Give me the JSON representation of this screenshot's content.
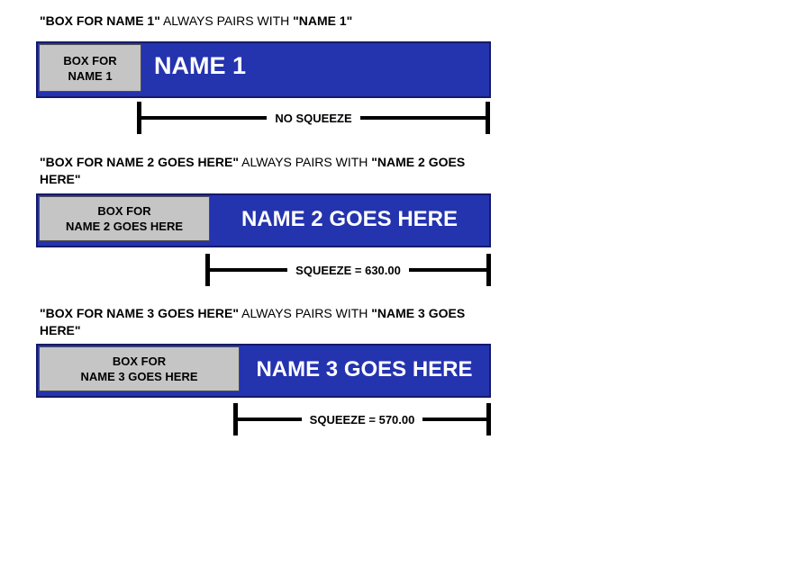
{
  "colors": {
    "bar_fill": "#2433AE",
    "bar_border": "#141A6B",
    "box_fill": "#C5C5C5",
    "box_border": "#4D4D4D",
    "line": "#000000",
    "name_text": "#FFFFFF",
    "text": "#000000"
  },
  "sections": [
    {
      "heading": {
        "bold_lead": "\"BOX FOR NAME 1\"",
        "connector": "ALWAYS PAIRS WITH",
        "bold_pair": "\"NAME 1\""
      },
      "box": {
        "line1": "BOX FOR",
        "line2": "NAME 1"
      },
      "name": "NAME 1",
      "measure": {
        "label": "NO SQUEEZE"
      }
    },
    {
      "heading": {
        "bold_lead": "\"BOX FOR NAME 2 GOES HERE\"",
        "connector": "ALWAYS PAIRS WITH",
        "bold_pair": "\"NAME 2 GOES HERE\""
      },
      "box": {
        "line1": "BOX FOR",
        "line2": "NAME 2 GOES HERE"
      },
      "name": "NAME 2 GOES HERE",
      "measure": {
        "label": "SQUEEZE = 630.00",
        "squeeze_value": 630.0
      }
    },
    {
      "heading": {
        "bold_lead": "\"BOX FOR NAME 3 GOES HERE\"",
        "connector": "ALWAYS PAIRS WITH",
        "bold_pair": "\"NAME 3 GOES HERE\""
      },
      "box": {
        "line1": "BOX FOR",
        "line2": "NAME 3 GOES HERE"
      },
      "name": "NAME 3 GOES HERE",
      "measure": {
        "label": "SQUEEZE = 570.00",
        "squeeze_value": 570.0
      }
    }
  ]
}
